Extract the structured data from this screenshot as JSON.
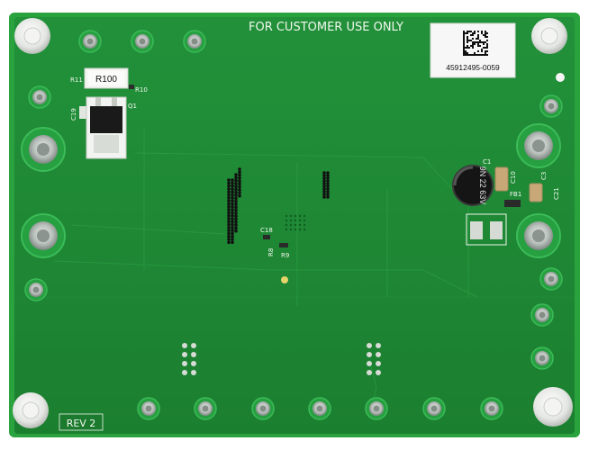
{
  "board": {
    "pcb_color": "#1f8a32",
    "edge_color": "#2aa23e",
    "silkscreen_color": "#f0f6ec",
    "customer_text": "FOR CUSTOMER USE ONLY",
    "revision": "REV 2",
    "serial_number": "45912495-0059"
  },
  "labels": {
    "r11": "R11",
    "r100": "R100",
    "r10": "R10",
    "c19": "C19",
    "q1": "Q1",
    "c1": "C1",
    "c10": "C10",
    "c3": "C3",
    "c21": "C21",
    "fb1": "FB1",
    "c18": "C18",
    "r8": "R8",
    "r9": "R9",
    "cap_marking": "9N 22 63V"
  },
  "icons": {
    "barcode": "datamatrix-icon",
    "standoff": "standoff-icon",
    "pad": "solder-pad-icon"
  }
}
